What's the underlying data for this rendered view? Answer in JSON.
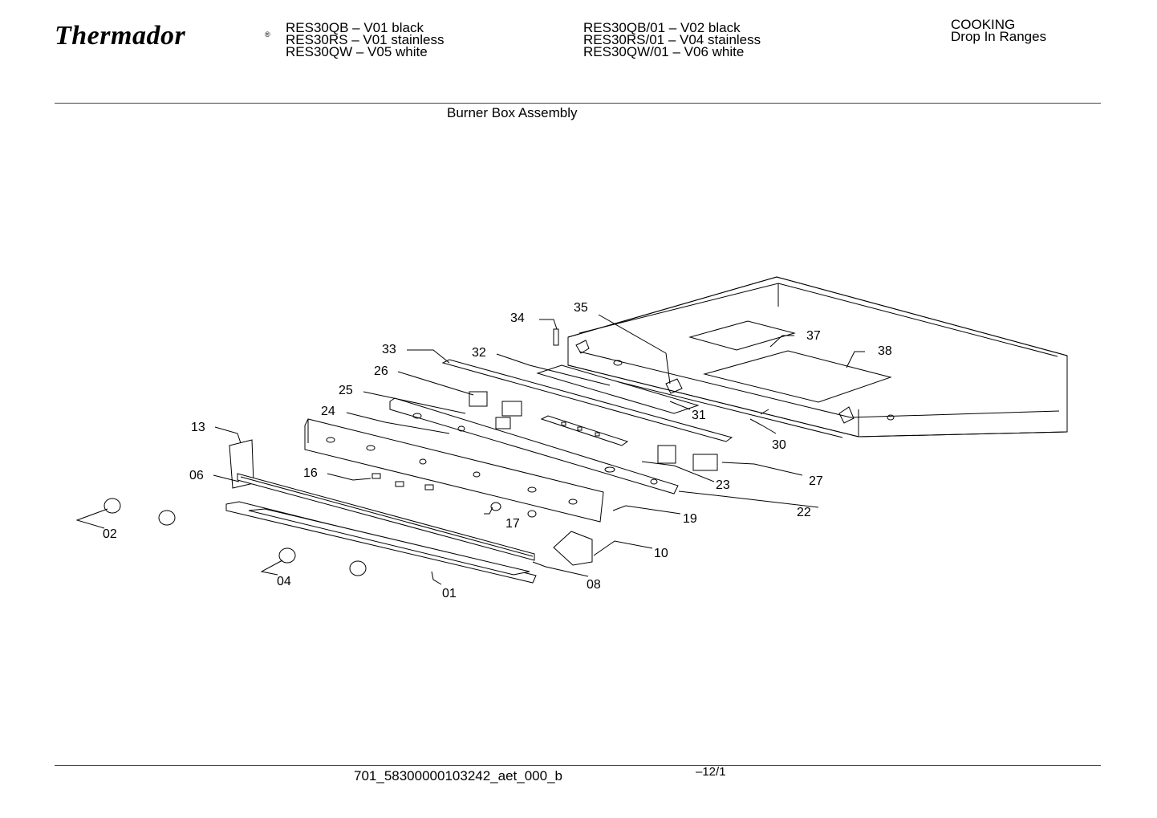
{
  "header": {
    "brand": "Thermador",
    "brand_mark": "®",
    "models_left": [
      "RES30QB – V01 black",
      "RES30RS – V01 stainless",
      "RES30QW – V05 white"
    ],
    "models_right": [
      "RES30QB/01 – V02 black",
      "RES30RS/01 – V04 stainless",
      "RES30QW/01 – V06 white"
    ],
    "category": "COOKING",
    "subcategory": "Drop In Ranges"
  },
  "section_title": "Burner Box Assembly",
  "parts": {
    "p01": "01",
    "p02": "02",
    "p04": "04",
    "p06": "06",
    "p08": "08",
    "p10": "10",
    "p13": "13",
    "p16": "16",
    "p17": "17",
    "p19": "19",
    "p22": "22",
    "p23": "23",
    "p24": "24",
    "p25": "25",
    "p26": "26",
    "p27": "27",
    "p30": "30",
    "p31": "31",
    "p32": "32",
    "p33": "33",
    "p34": "34",
    "p35": "35",
    "p37": "37",
    "p38": "38"
  },
  "footer": {
    "doc_id": "701_58300000103242_aet_000_b",
    "page": "–12/1"
  }
}
